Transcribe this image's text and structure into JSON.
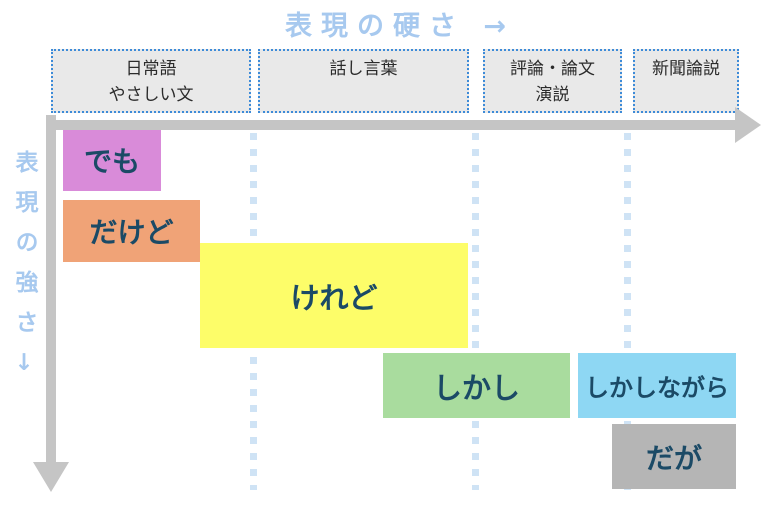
{
  "title": "表現の硬さ →",
  "y_axis_label": "表現の強さ↓",
  "colors": {
    "axis": "#c5c5c5",
    "axis_label_text": "#a7c9ef",
    "header_fill": "#e9e9e9",
    "header_border": "#3d8bd8",
    "header_text": "#2b2b2b",
    "separator_dots": "#cfe3f5",
    "block_text": "#1b4a66"
  },
  "columns": [
    {
      "lines": [
        "日常語",
        "やさしい文"
      ]
    },
    {
      "lines": [
        "話し言葉"
      ]
    },
    {
      "lines": [
        "評論・論文",
        "演説"
      ]
    },
    {
      "lines": [
        "新聞論説"
      ]
    }
  ],
  "blocks": [
    {
      "label": "でも",
      "color": "#d98bd9"
    },
    {
      "label": "だけど",
      "color": "#f0a377"
    },
    {
      "label": "けれど",
      "color": "#fdfd69"
    },
    {
      "label": "しかし",
      "color": "#a9dc9e"
    },
    {
      "label": "しかしながら",
      "color": "#8ed7f3"
    },
    {
      "label": "だが",
      "color": "#b5b5b5"
    }
  ]
}
